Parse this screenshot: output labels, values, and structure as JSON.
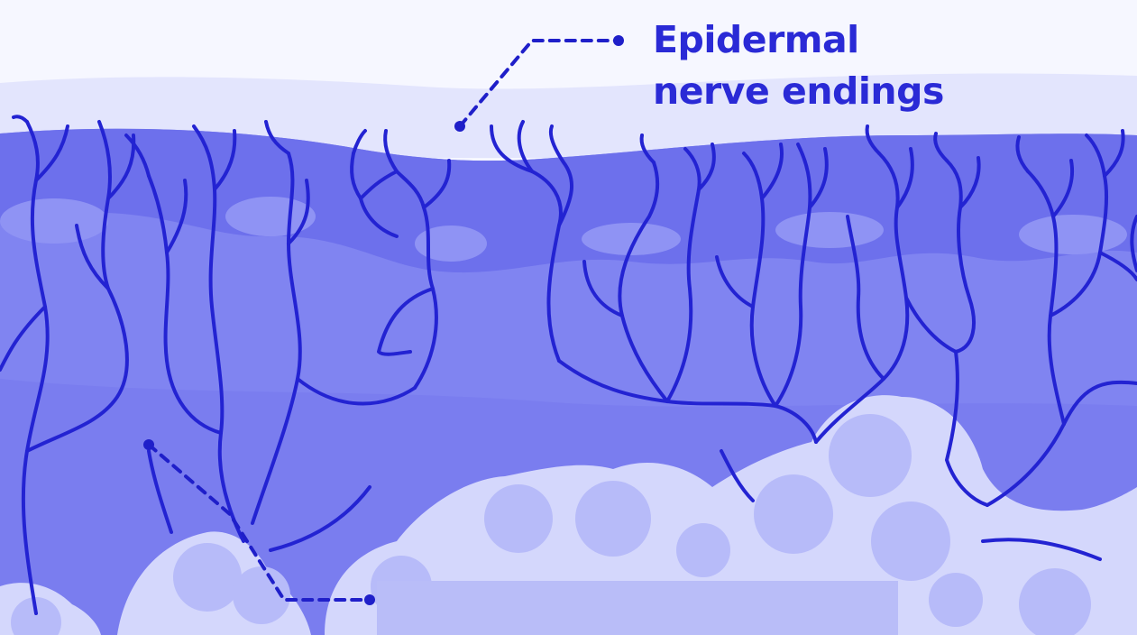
{
  "diagram": {
    "annotations": [
      {
        "id": "epidermal",
        "lines": [
          "Epidermal",
          "nerve endings"
        ]
      },
      {
        "id": "lower",
        "lines": []
      }
    ]
  },
  "colors": {
    "background": "#f6f7ff",
    "stratum_corneum": "#e3e5fd",
    "epidermis_top": "#6f72ee",
    "epidermis_mid": "#8387f2",
    "dermis": "#7d80f0",
    "cell_outline": "#d6d9fc",
    "cell_fill": "#b8bcf9",
    "nerve": "#2323d2",
    "label_text": "#2a2ad6",
    "leader_line": "#1f1fc9"
  }
}
